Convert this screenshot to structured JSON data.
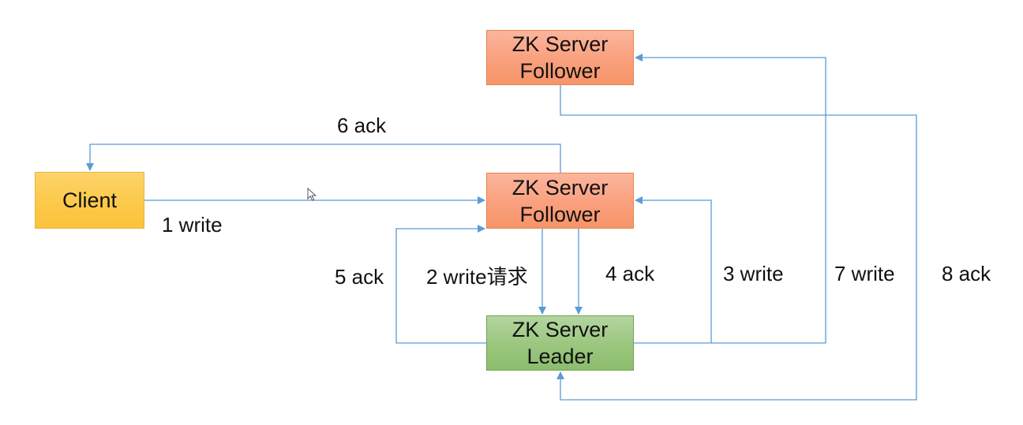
{
  "nodes": {
    "follower_top": {
      "line1": "ZK Server",
      "line2": "Follower"
    },
    "follower_mid": {
      "line1": "ZK Server",
      "line2": "Follower"
    },
    "leader": {
      "line1": "ZK Server",
      "line2": "Leader"
    },
    "client": {
      "label": "Client"
    }
  },
  "edges": {
    "e1": "1 write",
    "e2": "2 write请求",
    "e3": "3 write",
    "e4": "4 ack",
    "e5": "5 ack",
    "e6": "6 ack",
    "e7": "7 write",
    "e8": "8 ack"
  },
  "colors": {
    "connector": "#5b9bd5",
    "follower_fill": "#f9a07e",
    "leader_fill": "#9ac67e",
    "client_fill": "#fcc94a"
  }
}
